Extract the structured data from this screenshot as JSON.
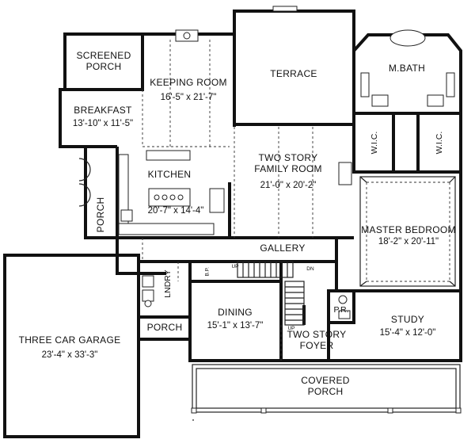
{
  "plan": {
    "rooms": {
      "screened_porch": {
        "name_line1": "SCREENED",
        "name_line2": "PORCH"
      },
      "keeping_room": {
        "name": "KEEPING ROOM",
        "dims": "16'-5\" x 21'-7\""
      },
      "terrace": {
        "name": "TERRACE"
      },
      "master_bath": {
        "name": "M.BATH"
      },
      "breakfast": {
        "name": "BREAKFAST",
        "dims": "13'-10\" x 11'-5\""
      },
      "family_room": {
        "name_line1": "TWO STORY",
        "name_line2": "FAMILY ROOM",
        "dims": "21'-0\" x 20'-2\""
      },
      "wic_left": {
        "name": "W.I.C."
      },
      "wic_right": {
        "name": "W.I.C."
      },
      "kitchen": {
        "name": "KITCHEN",
        "dims": "20'-7\" x 14'-4\""
      },
      "porch_side": {
        "name": "PORCH"
      },
      "master_bedroom": {
        "name": "MASTER BEDROOM",
        "dims": "18'-2\" x 20'-11\""
      },
      "gallery": {
        "name": "GALLERY"
      },
      "laundry": {
        "name": "LNDRY"
      },
      "garage": {
        "name": "THREE CAR GARAGE",
        "dims": "23'-4\" x 33'-3\""
      },
      "dining": {
        "name": "DINING",
        "dims": "15'-1\" x 13'-7\""
      },
      "powder_room": {
        "name": "P.R."
      },
      "study": {
        "name": "STUDY",
        "dims": "15'-4\" x 12'-0\""
      },
      "porch_small": {
        "name": "PORCH"
      },
      "foyer": {
        "name_line1": "TWO STORY",
        "name_line2": "FOYER"
      },
      "covered_porch": {
        "name_line1": "COVERED",
        "name_line2": "PORCH"
      }
    },
    "markers": {
      "up_gallery": "UP",
      "dn_gallery": "DN",
      "up_foyer": "UP",
      "bp": "B.P."
    }
  }
}
